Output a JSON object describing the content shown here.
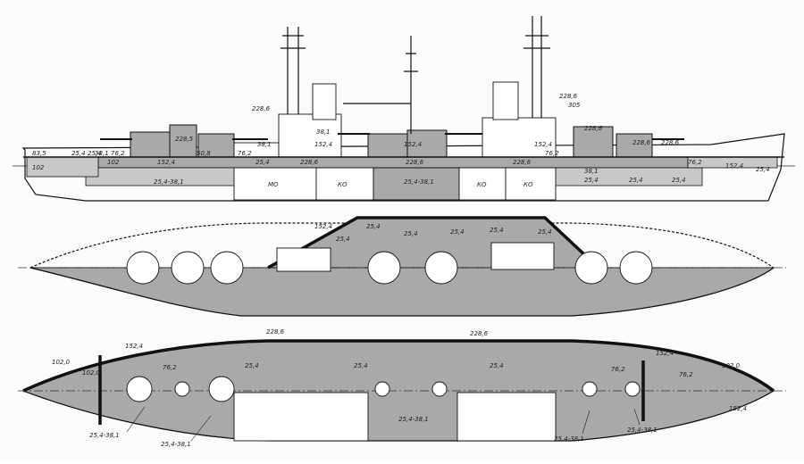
{
  "profile": {
    "thickness_labels": [
      "228,6",
      "38,1",
      "228,6",
      "305",
      "228,6",
      "228,5",
      "228,6",
      "38,1",
      "152,4",
      "152,4",
      "152,4",
      "228,6",
      "83,5",
      "25,4",
      "38,1",
      "76,2",
      "102",
      "152,4",
      "50,8",
      "76,2",
      "25,4",
      "228,6",
      "228,6",
      "228,6",
      "76,2",
      "38,1",
      "76,2",
      "152,4",
      "25,4",
      "25,4-38,1",
      "25,4-38,1",
      "25,4",
      "25,4",
      "25,4",
      "25,4",
      "102"
    ],
    "compartments": [
      "МО",
      "КО",
      "КО",
      "КО"
    ]
  },
  "upper_deck": {
    "thickness_labels": [
      "152,4",
      "25,4",
      "25,4",
      "25,4",
      "25,4",
      "25,4",
      "25,4"
    ]
  },
  "lower_deck": {
    "thickness_labels": [
      "228,6",
      "228,6",
      "152,4",
      "102,0",
      "102,0",
      "76,2",
      "25,4",
      "25,4",
      "25,4",
      "76,2",
      "152,4",
      "76,2",
      "102,0",
      "152,4",
      "25,4-38,1",
      "25,4-38,1",
      "25,4-38,1",
      "25,4-38,1",
      "25,4-38,1"
    ]
  }
}
